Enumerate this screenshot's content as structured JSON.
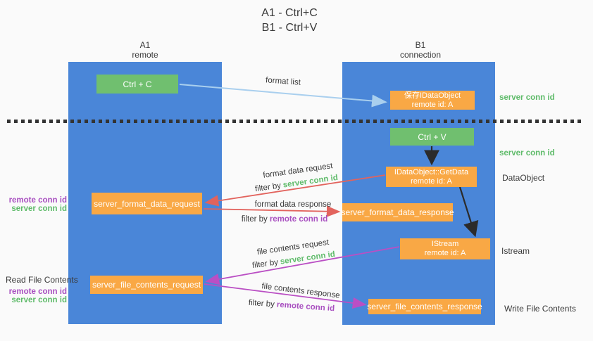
{
  "colors": {
    "background": "#fafafa",
    "column_blue": "#4a86d8",
    "green_box": "#70bf6f",
    "orange_box": "#f9a845",
    "red_arrow": "#e2635d",
    "purple_arrow": "#ba4fc4",
    "light_blue_arrow": "#a9cfee",
    "black_arrow": "#2b2b2b",
    "green_text": "#5fbb6a",
    "purple_text": "#a84fc0",
    "dark_text": "#3a3a3a"
  },
  "title": {
    "line1": "A1 - Ctrl+C",
    "line2": "B1 - Ctrl+V"
  },
  "lifelines": {
    "left": {
      "name": "A1",
      "role": "remote"
    },
    "right": {
      "name": "B1",
      "role": "connection"
    }
  },
  "boxes": {
    "ctrl_c": "Ctrl + C",
    "ctrl_v": "Ctrl + V",
    "save_dataobject": {
      "line1": "保存IDataObject",
      "line2": "remote id: A"
    },
    "getdata": {
      "line1": "IDataObject::GetData",
      "line2": "remote id: A"
    },
    "istream": {
      "line1": "IStream",
      "line2": "remote id: A"
    },
    "format_request": "server_format_data_request",
    "format_response": "server_format_data_response",
    "file_request": "server_file_contents_request",
    "file_response": "server_file_contents_response"
  },
  "side_labels": {
    "server_conn_id_top": "server conn id",
    "server_conn_id_mid": "server conn id",
    "dataobject": "DataObject",
    "istream": "Istream",
    "write_file_contents": "Write File Contents",
    "read_file_contents": "Read File Contents",
    "remote_conn_id_left1": "remote conn id",
    "server_conn_id_left1": "server conn id",
    "remote_conn_id_left2": "remote conn id",
    "server_conn_id_left2": "server conn id"
  },
  "arrow_labels": {
    "format_list": "format list",
    "format_data_request": "format data request",
    "filter_by_1": "filter by",
    "server_conn_id_1": "server conn id",
    "format_data_response": "format data response",
    "filter_by_2": "filter by",
    "remote_conn_id_2": "remote conn id",
    "file_contents_request": "file contents request",
    "filter_by_3": "filter by",
    "server_conn_id_3": "server conn id",
    "file_contents_response": "file contents response",
    "filter_by_4": "filter by",
    "remote_conn_id_4": "remote conn id"
  }
}
